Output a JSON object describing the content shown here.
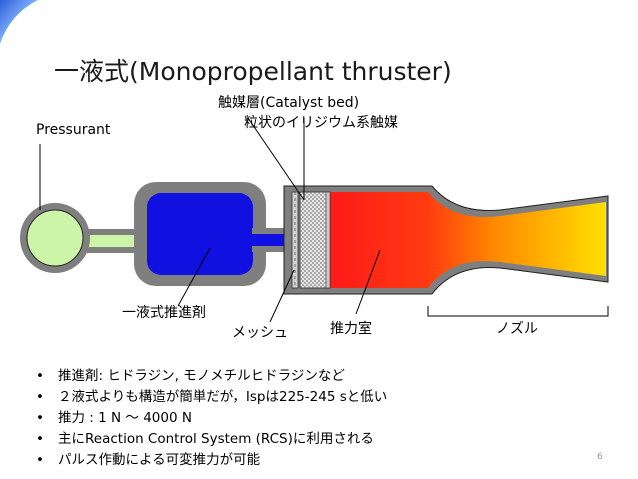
{
  "title": "一液式(Monopropellant thruster)",
  "labels": {
    "catalyst_bed": "触媒層(Catalyst bed)",
    "catalyst_detail": "粒状のイリジウム系触媒",
    "pressurant": "Pressurant",
    "propellant": "一液式推進剤",
    "mesh": "メッシュ",
    "chamber": "推力室",
    "nozzle": "ノズル"
  },
  "bullets": [
    "推進剤: ヒドラジン, モノメチルヒドラジンなど",
    "２液式よりも構造が簡単だが，Ispは225-245 sと低い",
    "推力 : 1 N 〜 4000 N",
    "主にReaction Control System (RCS)に利用される",
    "パルス作動による可変推力が可能"
  ],
  "page_number": "6",
  "colors": {
    "pressurant_tank": "#ccf5a8",
    "propellant_tank": "#1010e0",
    "housing": "#7f7f7f",
    "chamber_hot": "#ff1a1a",
    "nozzle_exit": "#ffdc00",
    "background_accent": "#2f5fd6"
  }
}
